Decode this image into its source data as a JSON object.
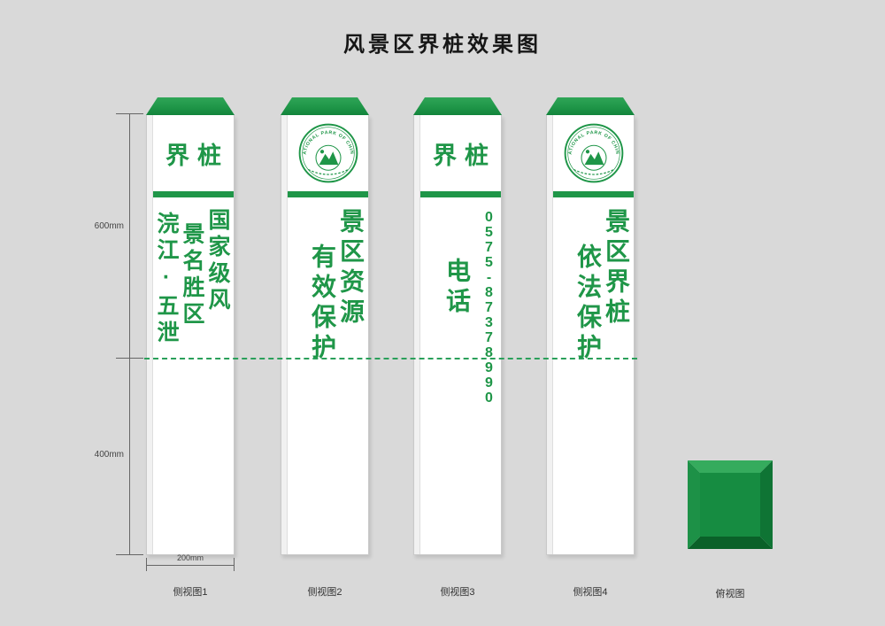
{
  "page": {
    "title": "风景区界桩效果图",
    "background": "#d9d9d9"
  },
  "colors": {
    "green": "#1f9648",
    "green_dark": "#0e7434",
    "green_light": "#35ab5d"
  },
  "dimensions": {
    "upper_height": "600mm",
    "lower_height": "400mm",
    "post_width": "200mm"
  },
  "logo": {
    "arc_text": "NATIONAL PARK OF CHINA"
  },
  "posts": [
    {
      "label": "侧视图1",
      "header_type": "text",
      "header": "界桩",
      "columns": [
        "国家级风",
        "景名胜区",
        "浣江·五泄"
      ]
    },
    {
      "label": "侧视图2",
      "header_type": "logo",
      "header": "",
      "columns": [
        "景区资源",
        "有效保护"
      ]
    },
    {
      "label": "侧视图3",
      "header_type": "text",
      "header": "界桩",
      "columns": [
        "0575-87378990",
        "电话"
      ]
    },
    {
      "label": "侧视图4",
      "header_type": "logo",
      "header": "",
      "columns": [
        "景区界桩",
        "依法保护"
      ]
    }
  ],
  "top_view": {
    "label": "俯视图"
  }
}
